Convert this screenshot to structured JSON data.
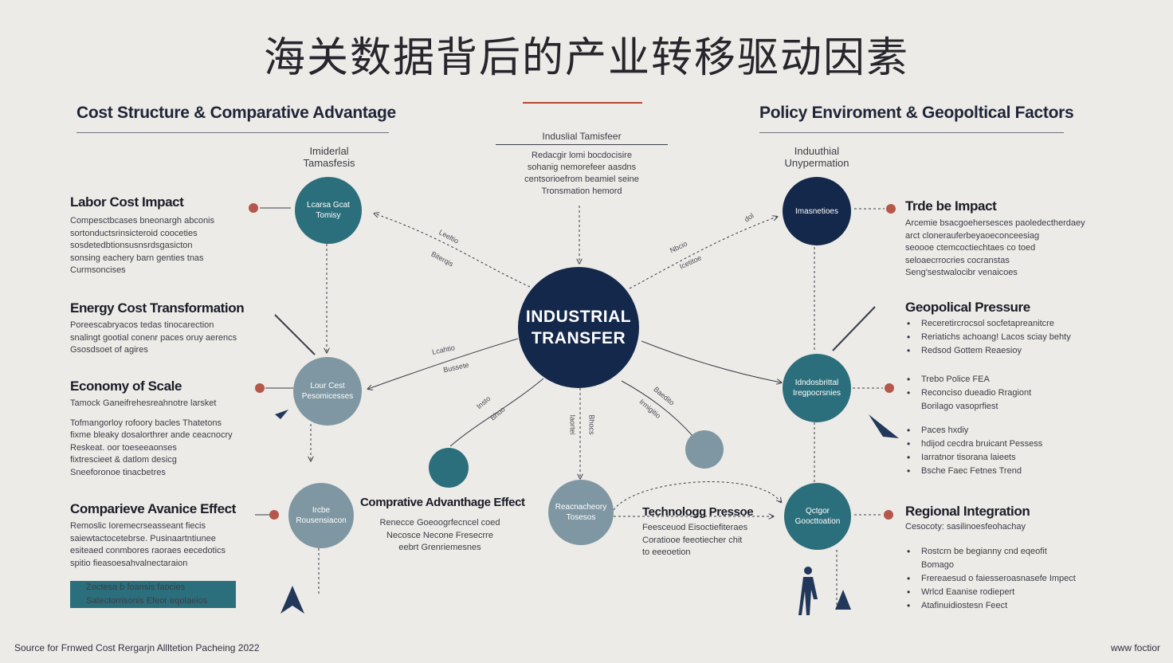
{
  "title": "海关数据背后的产业转移驱动因素",
  "left_section": {
    "heading": "Cost Structure & Comparative Advantage"
  },
  "right_section": {
    "heading": "Policy Enviroment & Geopoltical Factors"
  },
  "center_node": {
    "line1": "INDUSTRIAL",
    "line2": "TRANSFER"
  },
  "top_caption": {
    "heading": "Induslial Tamisfeer",
    "lines": [
      "Redacgir lomi bocdocisire",
      "sohanig nemorefeer aasdns",
      "centsorioefrom beamiel seine",
      "Tronsmation hemord"
    ]
  },
  "column_labels": {
    "left": [
      "Imiderlal",
      "Tamasfesis"
    ],
    "right": [
      "Induuthial",
      "Unypermation"
    ]
  },
  "left_blocks": [
    {
      "heading": "Labor Cost Impact",
      "lines": [
        "Compesctbcases bneonargh abconis",
        "sortonductsrinsicteroid cooceties",
        "sosdetedbtionsusnsrdsgasicton",
        "sonsing eachery barn genties tnas",
        "Curmsoncises"
      ]
    },
    {
      "heading": "Energy Cost Transformation",
      "lines": [
        "Poreescabryacos tedas tinocarection",
        "snalingt gootial conenr paces oruy aerencs",
        "Gsosdsoet of agires"
      ]
    },
    {
      "heading": "Economy of Scale",
      "lines": [
        "Tamock Ganeifrehesreahnotre larsket",
        "",
        "Tofmangorloy rofoory bacles Thatetons",
        "fixme bleaky dosalorthrer ande ceacnocry",
        "Reskeat. oor toeseeaonses",
        "fixtrescieet & datlom desicg",
        "Sneeforonoe tinacbetres"
      ]
    },
    {
      "heading": "Comparieve Avanice Effect",
      "lines": [
        "Remoslic Ioremecrseasseant fiecis",
        "saiewtactocetebrse. Pusinaartntiunee",
        "esiteaed conmbores raoraes eecedotics",
        "spitio fieasoesahvalnectaraion"
      ],
      "bullets": [
        "Zoctesa b foansis faocies",
        "Satectorrisonis Efeor eqolaeios"
      ]
    }
  ],
  "right_blocks": [
    {
      "heading": "Trde be Impact",
      "lines": [
        "Arcemie bsacgoehersesces paoledectherdaey",
        "arct clonerauferbeyaoeconceesiag",
        "seoooe ctemcoctiechtaes co toed",
        "seloaecrrocries cocranstas",
        "Seng'sestwalocibr venaicoes"
      ]
    },
    {
      "heading": "Geopolical Pressure",
      "bullets": [
        "Receretircrocsol socfetapreanitcre",
        "Reriatichs achoang! Lacos sciay behty",
        "Redsod Gottem Reaesioy"
      ]
    },
    {
      "heading": "",
      "bullets": [
        "Trebo Police FEA",
        "Reconciso dueadio Rragiont Borilago vasoprfiest"
      ]
    },
    {
      "heading": "",
      "bullets": [
        "Paces hxdiy",
        "hdijod cecdra bruicant Pessess",
        "Iarratnor tisorana laieets",
        "Bsche Faec Fetnes Trend"
      ]
    },
    {
      "heading": "Regional Integration",
      "lines": [
        "Cesocoty: sasilinoesfeohachay"
      ],
      "bullets": [
        "Rostcrn be begianny cnd eqeofit Bomago",
        "Frereaesud o faiesseroasnasefe Impect",
        "Wrlcd Eaanise rodiepert",
        "Atafinuidiostesn Feect"
      ]
    }
  ],
  "nodes": {
    "labor_cost": [
      "Lcarsa Gcat",
      "Tomisy"
    ],
    "left_mid": [
      "Lour Cest",
      "Pesomicesses"
    ],
    "left_low": [
      "Ircbe",
      "Rousensiacon"
    ],
    "right_top": [
      "Imasnetioes"
    ],
    "right_mid": [
      "Idndosbrittal",
      "Iregpocrsnies"
    ],
    "right_low": [
      "Qctgor",
      "Goocttoation"
    ],
    "bottom_mid": [
      "Reacnacheory",
      "Tosesos"
    ]
  },
  "comparative_block": {
    "heading": "Comprative Advanthage Effect",
    "lines": [
      "Renecce Goeoogrfecncel coed",
      "Necosce Necone Fresecrre",
      "eebrt Grenriemesnes"
    ]
  },
  "technology_block": {
    "heading": "Technologg Pressoe",
    "lines": [
      "Feesceuod Eisoctiefiteraes",
      "Coratiooe feeotiecher chit",
      "to eeeoetion"
    ]
  },
  "connector_labels": [
    "Leeltio",
    "Biterqis",
    "Lcahtio",
    "Bussete",
    "Insto",
    "Bhuo",
    "Iaortei",
    "Bhocs",
    "Baedito",
    "Irmigitio",
    "dol",
    "Nbcio",
    "Icetitoe"
  ],
  "footer": {
    "source": "Source for Frnwed Cost Rergarjn Allltetion Pacheing 2022",
    "brand": "www foctior"
  },
  "colors": {
    "navy": "#14284b",
    "teal": "#2c6f7c",
    "slate": "#7f97a3",
    "accent": "#b8472f",
    "background": "#ecebe7"
  }
}
